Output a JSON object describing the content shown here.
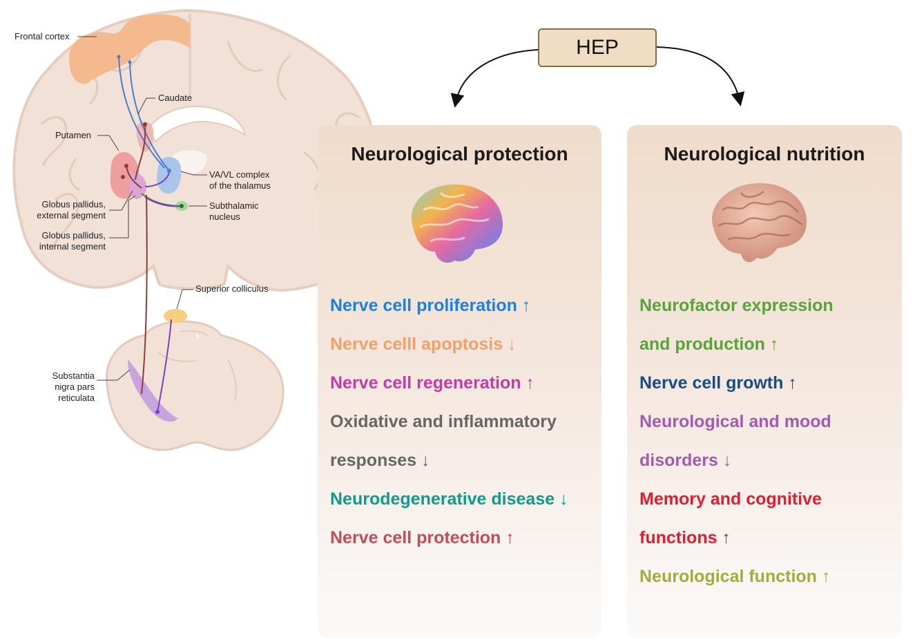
{
  "anatomy": {
    "labels": {
      "frontal_cortex": "Frontal cortex",
      "caudate": "Caudate",
      "putamen": "Putamen",
      "thalamus_1": "VA/VL complex",
      "thalamus_2": "of the thalamus",
      "gpe_1": "Globus pallidus,",
      "gpe_2": "external segment",
      "stn_1": "Subthalamic",
      "stn_2": "nucleus",
      "gpi_1": "Globus pallidus,",
      "gpi_2": "internal segment",
      "sup_colliculus": "Superior colliculus",
      "snr_1": "Substantia",
      "snr_2": "nigra pars",
      "snr_3": "reticulata"
    }
  },
  "hep": {
    "label": "HEP"
  },
  "panels": {
    "protection": {
      "title": "Neurological protection",
      "lines": [
        {
          "text": "Nerve cell proliferation ↑",
          "color": "#1e7fe0"
        },
        {
          "text": "Nerve celll apoptosis ↓",
          "color": "#f0a06a"
        },
        {
          "text": "Nerve cell regeneration ↑",
          "color": "#c43aa6"
        },
        {
          "text": "Oxidative and inflammatory",
          "color": "#666666"
        },
        {
          "text": "responses ↓",
          "color": "#666666"
        },
        {
          "text": "Neurodegenerative disease ↓",
          "color": "#12998a"
        },
        {
          "text": "Nerve cell protection ↑",
          "color": "#c04f55"
        }
      ]
    },
    "nutrition": {
      "title": "Neurological nutrition",
      "lines": [
        {
          "text": "Neurofactor expression",
          "color": "#5aa33c"
        },
        {
          "text": "and production ↑",
          "color": "#5aa33c"
        },
        {
          "text": "Nerve cell growth ↑",
          "color": "#184c86"
        },
        {
          "text": "Neurological and mood",
          "color": "#a45ab0"
        },
        {
          "text": "disorders ↓",
          "color": "#a45ab0"
        },
        {
          "text": "Memory and cognitive",
          "color": "#dd2030"
        },
        {
          "text": "functions ↑",
          "color": "#dd2030"
        },
        {
          "text": "Neurological function ↑",
          "color": "#a3ac3a"
        }
      ]
    }
  }
}
